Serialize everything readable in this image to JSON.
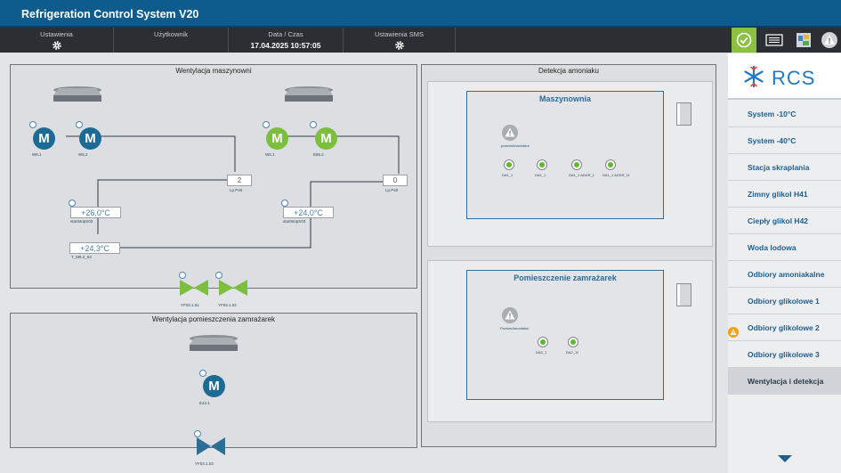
{
  "app": {
    "title": "Refrigeration Control System V20"
  },
  "header": {
    "settings_label": "Ustawienia",
    "user_label": "Użytkownik",
    "user_value": "",
    "datetime_label": "Data / Czas",
    "datetime_value": "17.04.2025 10:57:05",
    "sms_label": "Ustawienia SMS"
  },
  "colors": {
    "titlebar": "#0d5c8d",
    "header": "#2b2f33",
    "motor_running": "#7cbf3e",
    "motor_stopped": "#1b6b94",
    "valve": "#7cbf3e",
    "valve_closed": "#2c6f96",
    "sensor_ok": "#5cb82c",
    "accent": "#1f5e8e",
    "warning": "#f2a31b"
  },
  "machine_room": {
    "title": "Wentylacja maszynowni",
    "motors": [
      {
        "symbol": "M",
        "tag": "W6.1",
        "state": "stopped"
      },
      {
        "symbol": "M",
        "tag": "W6.2",
        "state": "stopped"
      },
      {
        "symbol": "M",
        "tag": "W5.1",
        "state": "running"
      },
      {
        "symbol": "M",
        "tag": "E65.2",
        "state": "running"
      }
    ],
    "counter_left": {
      "value": "2",
      "tag": "Lp.P40"
    },
    "counter_right": {
      "value": "0",
      "tag": "Lp.P40"
    },
    "temp_left": {
      "value": "+26,0°C",
      "tag": "startstopS03"
    },
    "temp_right": {
      "value": "+24,0°C",
      "tag": "startstopS03"
    },
    "temp_bottom": {
      "value": "+24,3°C",
      "tag": "T_M6.2_03"
    },
    "valve_tags": [
      "YF03.1.51",
      "YF03.1.52"
    ]
  },
  "freezer_room": {
    "title": "Wentylacja pomieszczenia zamrażarek",
    "motor": {
      "symbol": "M",
      "tag": "E44.1",
      "state": "stopped"
    },
    "valve_tag": "YF03.1.53"
  },
  "ammonia": {
    "title": "Detekcja amoniaku",
    "machine_room": {
      "title": "Maszynownia",
      "alarm_tag": "poziomAmoniakul",
      "sensors": [
        "DA1_1",
        "DA1_1",
        "DA1_1 ADDR_1",
        "DA1_1 ADDR_11"
      ]
    },
    "freezer_room": {
      "title": "Pomieszczenie zamrażarek",
      "alarm_tag": "PoziomAmoniakul",
      "sensors": [
        "DA2_1",
        "DA2_11"
      ]
    }
  },
  "sidebar": {
    "logo_text": "RCS",
    "items": [
      {
        "label": "System -10°C"
      },
      {
        "label": "System -40°C"
      },
      {
        "label": "Stacja skraplania"
      },
      {
        "label": "Zimny glikol H41"
      },
      {
        "label": "Ciepły glikol H42"
      },
      {
        "label": "Woda lodowa"
      },
      {
        "label": "Odbiory amoniakalne"
      },
      {
        "label": "Odbiory glikolowe 1"
      },
      {
        "label": "Odbiory glikolowe 2"
      },
      {
        "label": "Odbiory glikolowe 3"
      },
      {
        "label": "Wentylacja i detekcja"
      }
    ],
    "active_item": "Wentylacja i detekcja",
    "warning_item": "Odbiory glikolowe 2"
  },
  "icons": {
    "settings": "gear-icon",
    "sms_settings": "gear-icon",
    "ack": "check-circle-icon",
    "alarm_list": "list-icon",
    "process": "process-icon",
    "alarm": "warning-icon",
    "scroll": "chevron-down-icon"
  }
}
